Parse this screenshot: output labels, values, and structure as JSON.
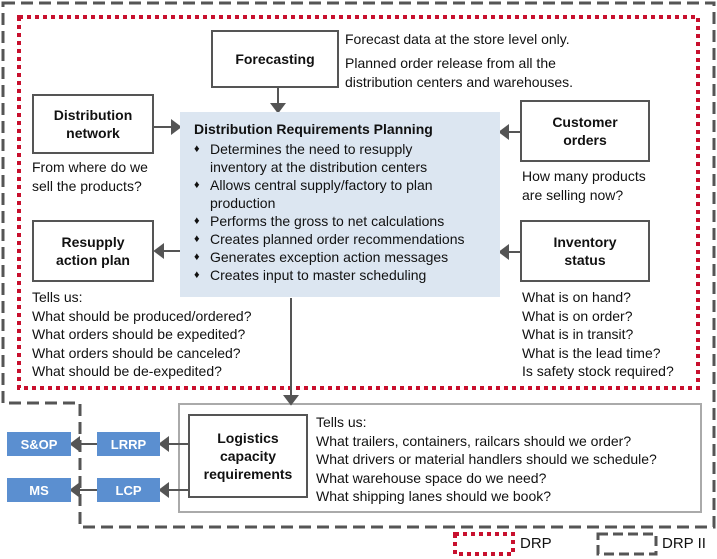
{
  "boxes": {
    "forecasting": "Forecasting",
    "distribution_network": [
      "Distribution",
      "network"
    ],
    "customer_orders": [
      "Customer",
      "orders"
    ],
    "resupply_action_plan": [
      "Resupply",
      "action plan"
    ],
    "inventory_status": [
      "Inventory",
      "status"
    ],
    "logistics_capacity": [
      "Logistics",
      "capacity",
      "requirements"
    ]
  },
  "drp_panel": {
    "title": "Distribution Requirements Planning",
    "items": [
      [
        "Determines the need to resupply",
        "inventory at the distribution centers"
      ],
      [
        "Allows central supply/factory to plan",
        "production"
      ],
      [
        "Performs the gross to net calculations"
      ],
      [
        "Creates planned order recommendations"
      ],
      [
        "Generates exception action messages"
      ],
      [
        "Creates input to master scheduling"
      ]
    ]
  },
  "notes": {
    "forecasting": [
      "Forecast data at the store level only.",
      "Planned order release from all the",
      "distribution centers and warehouses."
    ],
    "distribution_network": [
      "From where do we",
      "sell the products?"
    ],
    "customer_orders": [
      "How many products",
      "are selling now?"
    ],
    "resupply": [
      "Tells us:",
      "What should be produced/ordered?",
      "What orders should be expedited?",
      "What orders should be canceled?",
      "What should be de-expedited?"
    ],
    "inventory": [
      "What is on hand?",
      "What is on order?",
      "What is in transit?",
      "What is the lead time?",
      "Is safety stock required?"
    ],
    "logistics": [
      "Tells us:",
      "What trailers, containers, railcars should we order?",
      "What drivers or material handlers should we schedule?",
      "What warehouse space do we need?",
      "What shipping lanes should we book?"
    ]
  },
  "small_boxes": {
    "sop": "S&OP",
    "lrrp": "LRRP",
    "ms": "MS",
    "lcp": "LCP"
  },
  "legend": {
    "drp": "DRP",
    "drp2": "DRP II"
  },
  "colors": {
    "drp_border": "#c8102e",
    "drp2_border": "#555555",
    "panel_fill": "#dce6f1",
    "small_box_fill": "#5b8fd0"
  }
}
